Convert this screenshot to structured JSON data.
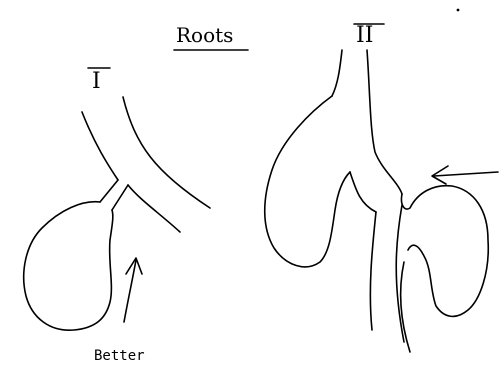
{
  "title": "Roots",
  "figures": [
    {
      "numeral": "I"
    },
    {
      "numeral": "II"
    }
  ],
  "note": "Better",
  "ink_color": "#000000",
  "background_color": "#ffffff"
}
